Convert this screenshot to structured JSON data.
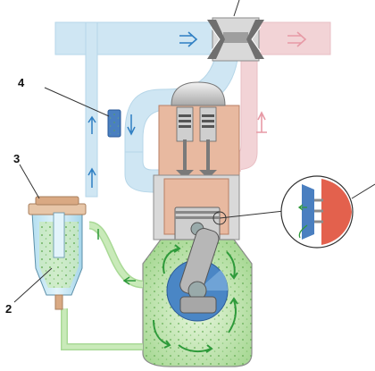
{
  "callouts": [
    {
      "id": "callout-2",
      "label": "2"
    },
    {
      "id": "callout-3",
      "label": "3"
    },
    {
      "id": "callout-4",
      "label": "4"
    }
  ],
  "colors": {
    "intake_duct": "#cfe6f3",
    "intake_arrow": "#2f7fc3",
    "exhaust_duct": "#f2d3d6",
    "exhaust_arrow": "#e79aa6",
    "crankcase_gas": "#c9eab9",
    "crankcase_arrow": "#2e9a3a",
    "cylinder_block": "#e8b9a0",
    "cylinder_head": "#d2d2d2",
    "oil_separator": "#9fd3ea",
    "vent_valve": "#4a7fc0",
    "zoom_rim": "#e0503a"
  },
  "icons": {
    "flow_arrows": "double-chevron",
    "valve_arrow": "down-arrow",
    "rotation_arrows": "curved-arrow"
  }
}
